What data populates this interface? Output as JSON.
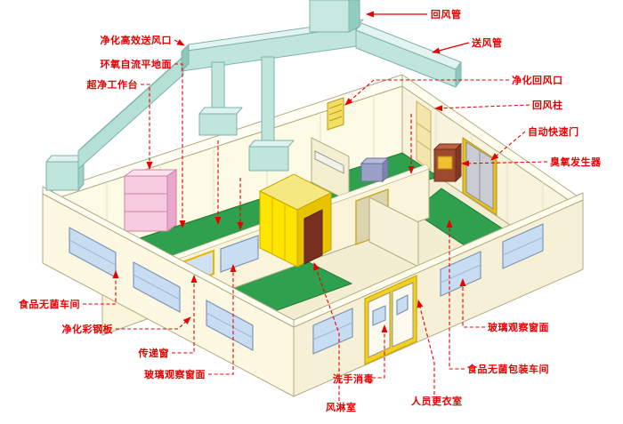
{
  "diagram": {
    "kind": "isometric-cleanroom-cutaway",
    "labels": {
      "left": [
        {
          "id": "hepa-supply-outlet",
          "text": "净化高效送风口"
        },
        {
          "id": "epoxy-floor",
          "text": "环氧自流平地面"
        },
        {
          "id": "clean-bench",
          "text": "超净工作台"
        },
        {
          "id": "sterile-workshop",
          "text": "食品无菌车间"
        },
        {
          "id": "color-steel-panel",
          "text": "净化彩钢板"
        },
        {
          "id": "transfer-window",
          "text": "传递窗"
        },
        {
          "id": "glass-observation-window",
          "text": "玻璃观察窗面"
        }
      ],
      "bottom": [
        {
          "id": "air-shower-room",
          "text": "风淋室"
        },
        {
          "id": "hand-wash-disinfection",
          "text": "洗手消毒"
        },
        {
          "id": "personnel-changing-room",
          "text": "人员更衣室"
        }
      ],
      "right": [
        {
          "id": "return-air-duct",
          "text": "回风管"
        },
        {
          "id": "supply-air-duct",
          "text": "送风管"
        },
        {
          "id": "purified-return-outlet",
          "text": "净化回风口"
        },
        {
          "id": "return-air-column",
          "text": "回风柱"
        },
        {
          "id": "auto-rapid-door",
          "text": "自动快速门"
        },
        {
          "id": "ozone-generator",
          "text": "臭氧发生器"
        },
        {
          "id": "glass-observation-window",
          "text": "玻璃观察窗面"
        },
        {
          "id": "sterile-packaging-workshop",
          "text": "食品无菌包装车间"
        }
      ]
    },
    "colors": {
      "annotation_red": "#E60000",
      "duct_teal": "#BFE5DC",
      "floor_green": "#2FA04D",
      "wall_cream": "#FCF8E2",
      "window_blue": "#C9DDF2",
      "airshower_yellow": "#FFE400",
      "bench_pink": "#F8CCE0",
      "door_frame_yellow": "#F2D020"
    }
  }
}
